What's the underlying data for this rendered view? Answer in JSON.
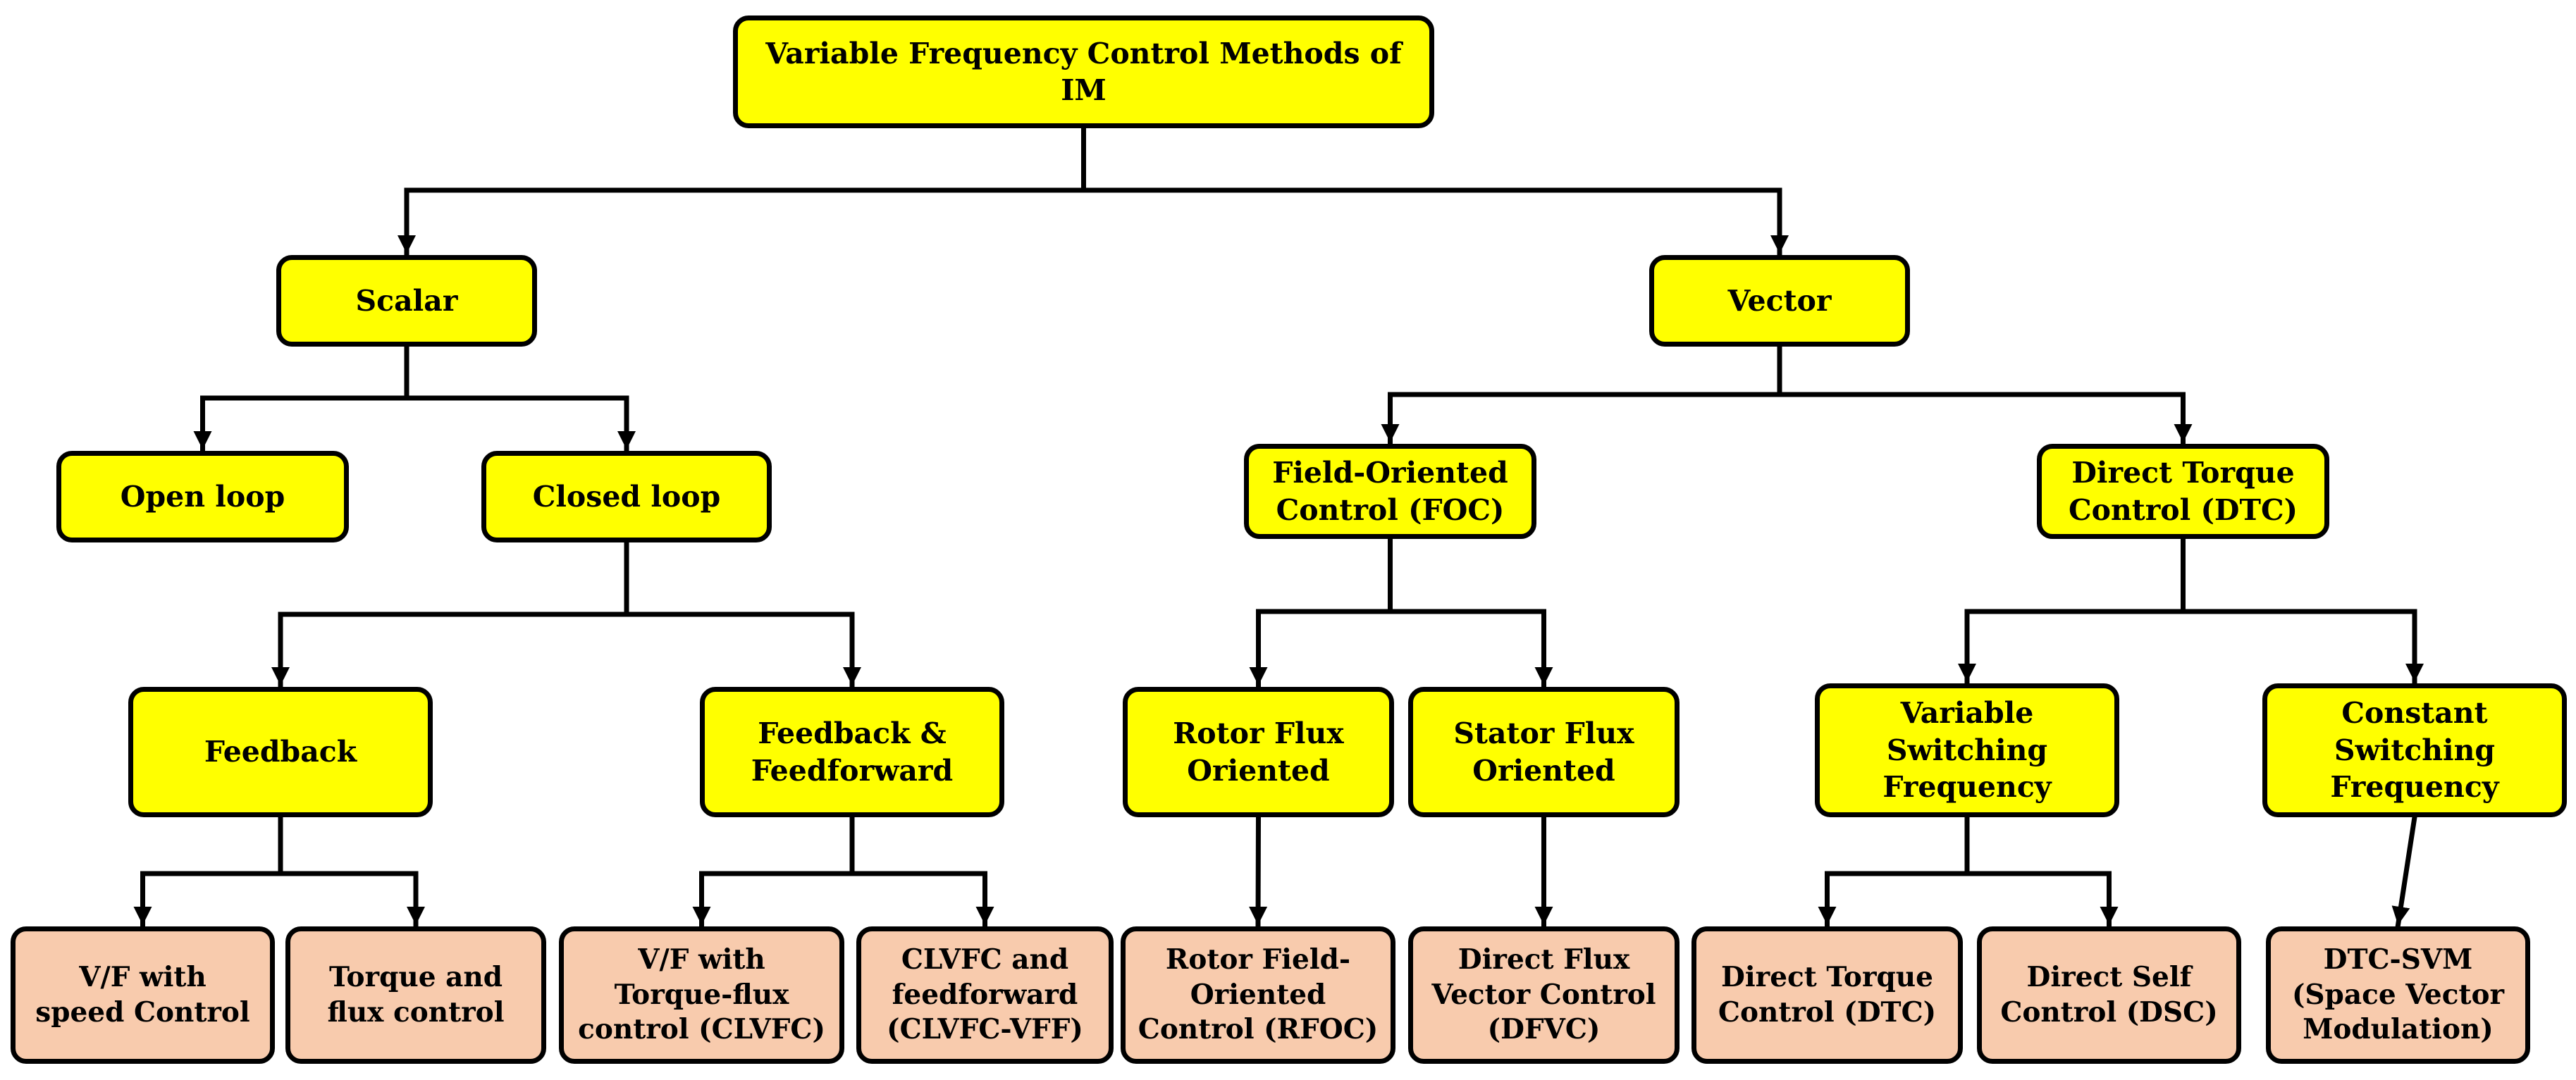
{
  "colors": {
    "category_fill": "#ffff00",
    "method_fill": "#f8cbad",
    "stroke": "#000000"
  },
  "root": {
    "label": "Variable Frequency Control Methods of IM"
  },
  "scalar": {
    "label": "Scalar",
    "open_loop": {
      "label": "Open loop"
    },
    "closed_loop": {
      "label": "Closed loop",
      "feedback": {
        "label": "Feedback",
        "methods": [
          "V/F with\nspeed Control",
          "Torque and\nflux control"
        ]
      },
      "feedback_feedforward": {
        "label": "Feedback &\nFeedforward",
        "methods": [
          "V/F with\nTorque-flux\ncontrol (CLVFC)",
          "CLVFC and\nfeedforward\n(CLVFC-VFF)"
        ]
      }
    }
  },
  "vector": {
    "label": "Vector",
    "foc": {
      "label": "Field-Oriented\nControl (FOC)",
      "rotor_flux": {
        "label": "Rotor Flux\nOriented",
        "method": "Rotor Field-\nOriented\nControl (RFOC)"
      },
      "stator_flux": {
        "label": "Stator Flux\nOriented",
        "method": "Direct Flux\nVector Control\n(DFVC)"
      }
    },
    "dtc": {
      "label": "Direct Torque\nControl (DTC)",
      "variable_switching": {
        "label": "Variable\nSwitching\nFrequency",
        "methods": [
          "Direct Torque\nControl (DTC)",
          "Direct Self\nControl (DSC)"
        ]
      },
      "constant_switching": {
        "label": "Constant\nSwitching\nFrequency",
        "method": "DTC-SVM\n(Space Vector\nModulation)"
      }
    }
  }
}
